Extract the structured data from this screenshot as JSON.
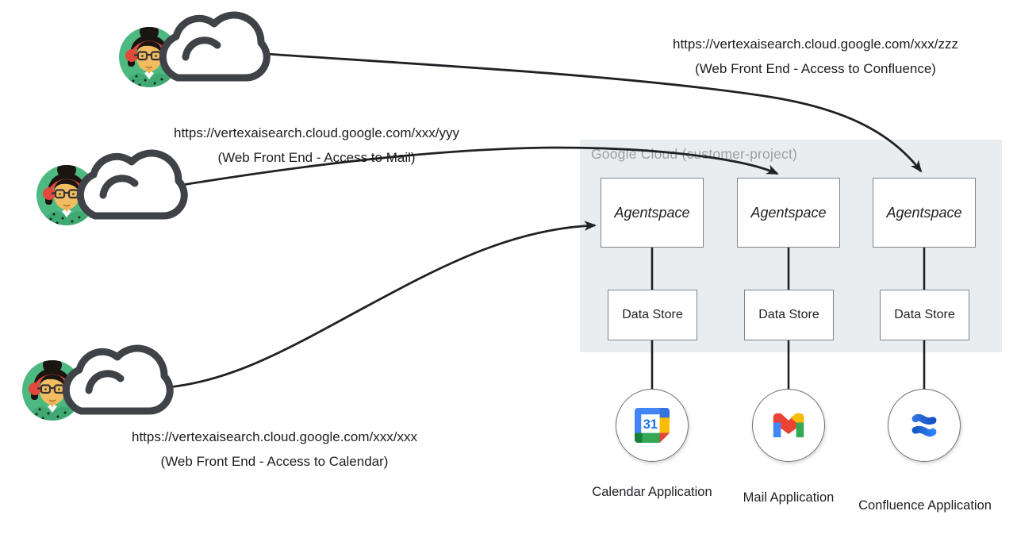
{
  "routes": {
    "confluence": {
      "url": "https://vertexaisearch.cloud.google.com/xxx/zzz",
      "caption": "(Web Front End - Access to Confluence)"
    },
    "mail": {
      "url": "https://vertexaisearch.cloud.google.com/xxx/yyy",
      "caption": "(Web Front End - Access to Mail)"
    },
    "calendar": {
      "url": "https://vertexaisearch.cloud.google.com/xxx/xxx",
      "caption": "(Web Front End - Access to Calendar)"
    }
  },
  "gcp": {
    "label": "Google Cloud (customer-project)"
  },
  "columns": [
    {
      "agentspace": "Agentspace",
      "datastore": "Data Store",
      "app": "Calendar Application"
    },
    {
      "agentspace": "Agentspace",
      "datastore": "Data Store",
      "app": "Mail Application"
    },
    {
      "agentspace": "Agentspace",
      "datastore": "Data Store",
      "app": "Confluence Application"
    }
  ],
  "icons": {
    "calendar_day": "31"
  },
  "colors": {
    "container_bg": "#e9edf0",
    "box_border": "#818589",
    "container_label": "#9aa0a6",
    "arrow": "#202124",
    "cloud_stroke": "#3f4347",
    "avatar_green": "#4db980",
    "google_blue": "#4285f4",
    "google_yellow": "#fbbc04",
    "google_green": "#34a853",
    "google_red": "#ea4335",
    "confluence_blue": "#2684ff"
  }
}
